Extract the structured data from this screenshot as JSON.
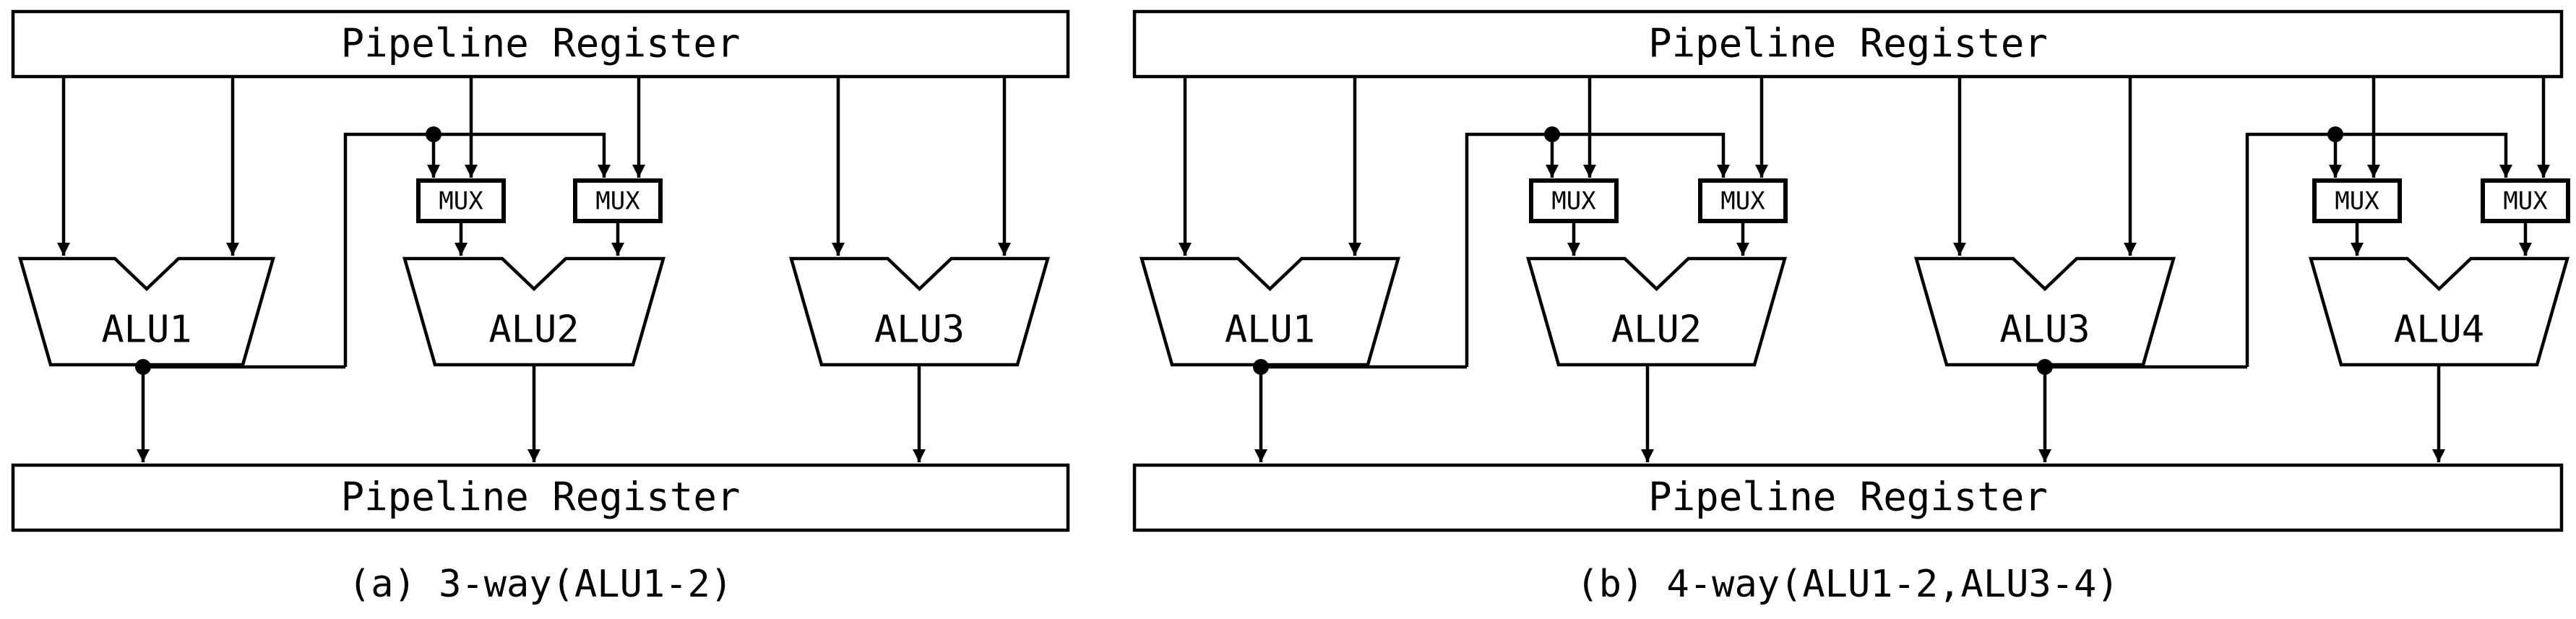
{
  "colors": {
    "stroke": "#000000",
    "background": "#ffffff"
  },
  "panel_a": {
    "top_register": "Pipeline Register",
    "bottom_register": "Pipeline Register",
    "alus": [
      "ALU1",
      "ALU2",
      "ALU3"
    ],
    "mux_label": "MUX",
    "caption": "(a) 3-way(ALU1-2)"
  },
  "panel_b": {
    "top_register": "Pipeline Register",
    "bottom_register": "Pipeline Register",
    "alus": [
      "ALU1",
      "ALU2",
      "ALU3",
      "ALU4"
    ],
    "mux_label": "MUX",
    "caption": "(b) 4-way(ALU1-2,ALU3-4)"
  }
}
